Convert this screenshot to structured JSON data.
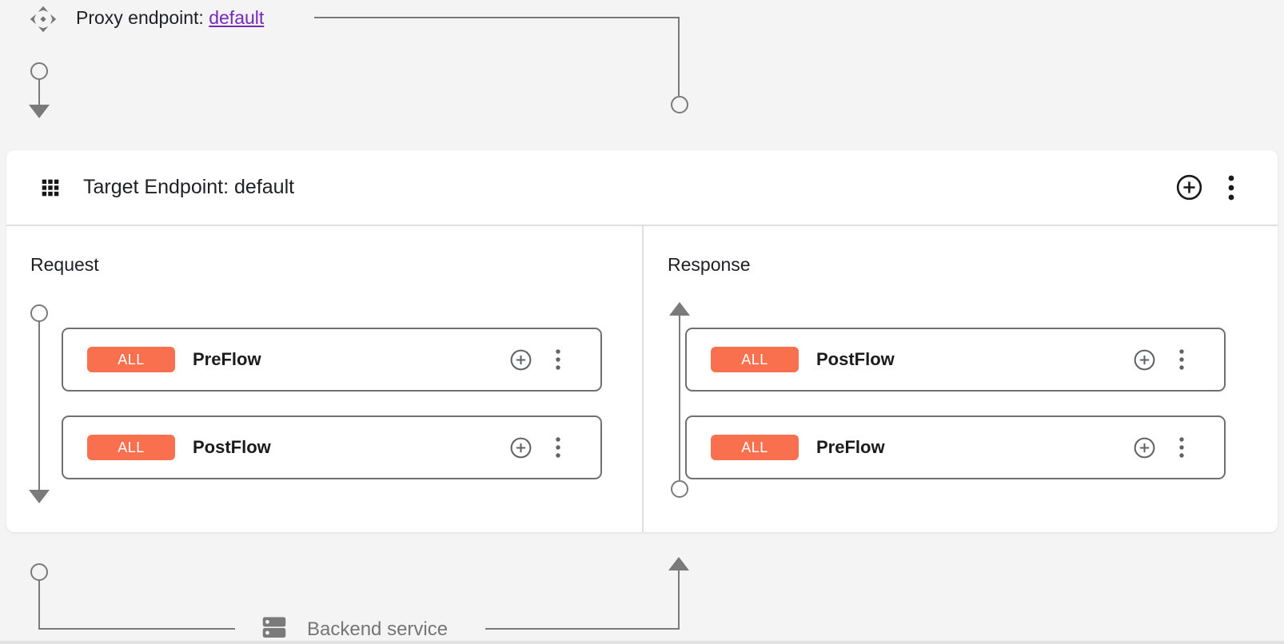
{
  "colors": {
    "badge_background": "#F9704E",
    "link": "#7627BB",
    "connector": "#7A7A7A",
    "text_primary": "#202124",
    "text_secondary": "#757575",
    "card_background": "#FFFFFF",
    "page_background": "#F4F4F4"
  },
  "proxy_endpoint": {
    "label": "Proxy endpoint:",
    "link_text": "default"
  },
  "target_endpoint": {
    "title": "Target Endpoint: default"
  },
  "request_panel": {
    "title": "Request",
    "flows": [
      {
        "badge": "ALL",
        "name": "PreFlow"
      },
      {
        "badge": "ALL",
        "name": "PostFlow"
      }
    ]
  },
  "response_panel": {
    "title": "Response",
    "flows": [
      {
        "badge": "ALL",
        "name": "PostFlow"
      },
      {
        "badge": "ALL",
        "name": "PreFlow"
      }
    ]
  },
  "backend_service": {
    "label": "Backend service"
  }
}
